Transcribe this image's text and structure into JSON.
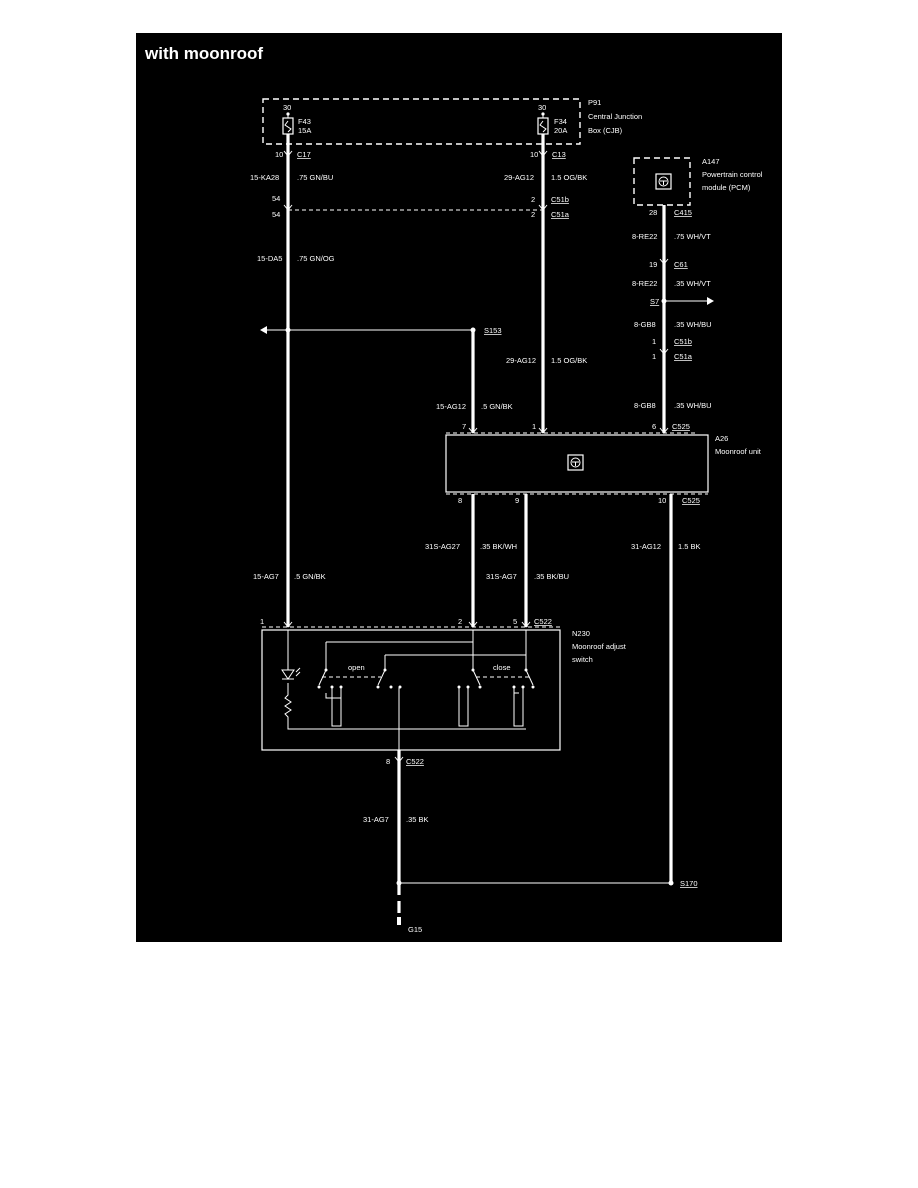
{
  "title": "with moonroof",
  "cjb": {
    "ref": "P91",
    "name_line1": "Central Junction",
    "name_line2": "Box (CJB)",
    "fuse1": {
      "pin": "30",
      "id": "F43",
      "rating": "15A"
    },
    "fuse2": {
      "pin": "30",
      "id": "F34",
      "rating": "20A"
    }
  },
  "pcm": {
    "ref": "A147",
    "name_line1": "Powertrain control",
    "name_line2": "module (PCM)"
  },
  "moonroof_unit": {
    "ref": "A26",
    "name": "Moonroof unit"
  },
  "switch": {
    "ref": "N230",
    "name_line1": "Moonroof adjust",
    "name_line2": "switch",
    "open_label": "open",
    "close_label": "close"
  },
  "connectors": {
    "c17": {
      "pin": "10",
      "name": "C17"
    },
    "c13": {
      "pin": "10",
      "name": "C13"
    },
    "c51b_left": {
      "pin": "54"
    },
    "c51a_left": {
      "pin": "54"
    },
    "c51b": {
      "pin": "2",
      "name": "C51b"
    },
    "c51a": {
      "pin": "2",
      "name": "C51a"
    },
    "c415": {
      "pin": "28",
      "name": "C415"
    },
    "c61": {
      "pin": "19",
      "name": "C61"
    },
    "c51b_right": {
      "pin": "1",
      "name": "C51b"
    },
    "c51a_right": {
      "pin": "1",
      "name": "C51a"
    },
    "c525_top": {
      "pin7": "7",
      "pin1": "1",
      "pin6": "6",
      "name": "C525"
    },
    "c525_bottom": {
      "pin8": "8",
      "pin9": "9",
      "pin10": "10",
      "name": "C525"
    },
    "c522_top": {
      "pin1": "1",
      "pin2": "2",
      "pin5": "5",
      "name": "C522"
    },
    "c522_bottom": {
      "pin": "8",
      "name": "C522"
    }
  },
  "splices": {
    "s153": "S153",
    "s7": "S7",
    "s170": "S170",
    "g15": "G15"
  },
  "wires": {
    "w_ka28": {
      "code": "15-KA28",
      "spec": ".75 GN/BU"
    },
    "w_ag12_top": {
      "code": "29-AG12",
      "spec": "1.5 OG/BK"
    },
    "w_da5": {
      "code": "15-DA5",
      "spec": ".75 GN/OG"
    },
    "w_ag12_mid": {
      "code": "29-AG12",
      "spec": "1.5 OG/BK"
    },
    "w_15ag12": {
      "code": "15-AG12",
      "spec": ".5 GN/BK"
    },
    "w_re22_a": {
      "code": "8-RE22",
      "spec": ".75 WH/VT"
    },
    "w_re22_b": {
      "code": "8-RE22",
      "spec": ".35 WH/VT"
    },
    "w_gb8_a": {
      "code": "8-GB8",
      "spec": ".35 WH/BU"
    },
    "w_gb8_b": {
      "code": "8-GB8",
      "spec": ".35 WH/BU"
    },
    "w_ag27": {
      "code": "31S-AG27",
      "spec": ".35 BK/WH"
    },
    "w_31sag7": {
      "code": "31S-AG7",
      "spec": ".35 BK/BU"
    },
    "w_31ag12": {
      "code": "31-AG12",
      "spec": "1.5 BK"
    },
    "w_15ag7": {
      "code": "15-AG7",
      "spec": ".5 GN/BK"
    },
    "w_31ag7": {
      "code": "31-AG7",
      "spec": ".35 BK"
    }
  },
  "colors": {
    "background": "#000000",
    "line": "#ffffff",
    "page": "#ffffff"
  }
}
